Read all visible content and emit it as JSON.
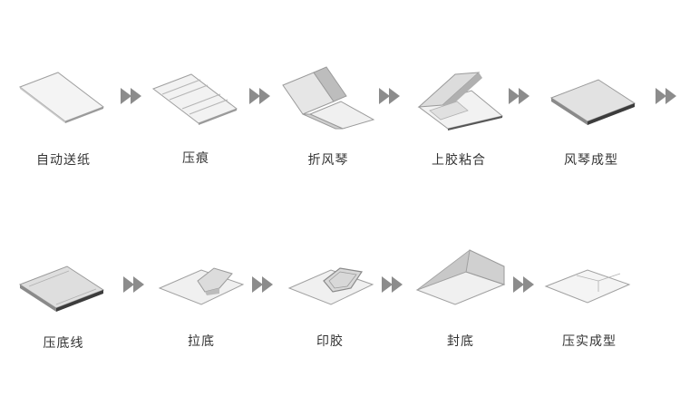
{
  "steps_row1": [
    {
      "label": "自动送纸",
      "icon": "flat-paper-sheet-icon"
    },
    {
      "label": "压痕",
      "icon": "creased-sheet-icon"
    },
    {
      "label": "折风琴",
      "icon": "accordion-fold-icon"
    },
    {
      "label": "上胶粘合",
      "icon": "glue-bond-icon"
    },
    {
      "label": "风琴成型",
      "icon": "accordion-formed-icon"
    }
  ],
  "steps_row2": [
    {
      "label": "压底线",
      "icon": "base-crease-icon"
    },
    {
      "label": "拉底",
      "icon": "pull-base-icon"
    },
    {
      "label": "印胶",
      "icon": "glue-print-icon"
    },
    {
      "label": "封底",
      "icon": "seal-base-icon"
    },
    {
      "label": "压实成型",
      "icon": "press-finish-icon"
    }
  ],
  "colors": {
    "arrow": "#8c8c8c",
    "paper_light": "#f4f4f4",
    "paper_mid": "#d9d9d9",
    "paper_dark": "#9a9a9a",
    "text": "#333333"
  }
}
